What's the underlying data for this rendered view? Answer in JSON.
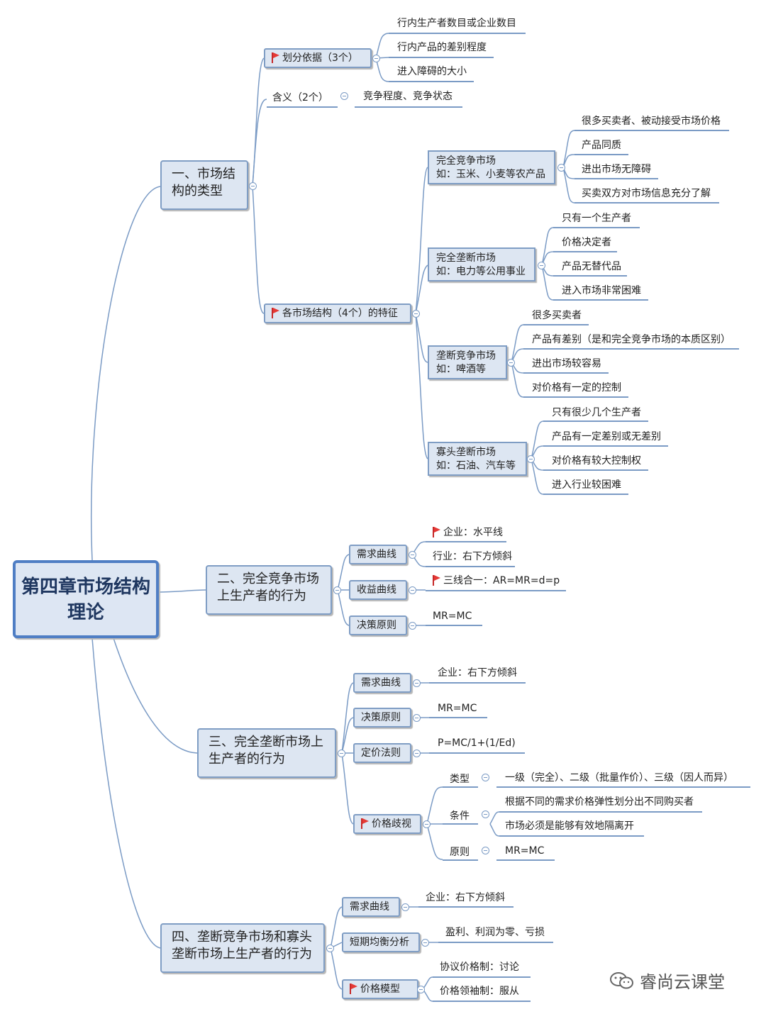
{
  "root": "第四章市场结构理论",
  "sections": [
    {
      "title": "一、市场结构的类型"
    },
    {
      "title": "二、完全竞争市场上生产者的行为"
    },
    {
      "title": "三、完全垄断市场上生产者的行为"
    },
    {
      "title": "四、垄断竞争市场和寡头垄断市场上生产者的行为"
    }
  ],
  "s1": {
    "basis": {
      "label": "划分依据（3个）",
      "items": [
        "行内生产者数目或企业数目",
        "行内产品的差别程度",
        "进入障碍的大小"
      ]
    },
    "meaning": {
      "label": "含义（2个）",
      "items": [
        "竞争程度、竞争状态"
      ]
    },
    "features": {
      "label": "各市场结构（4个）的特征",
      "markets": [
        {
          "line1": "完全竞争市场",
          "line2": "如：玉米、小麦等农产品",
          "items": [
            "很多买卖者、被动接受市场价格",
            "产品同质",
            "进出市场无障碍",
            "买卖双方对市场信息充分了解"
          ]
        },
        {
          "line1": "完全垄断市场",
          "line2": "如：电力等公用事业",
          "items": [
            "只有一个生产者",
            "价格决定者",
            "产品无替代品",
            "进入市场非常困难"
          ]
        },
        {
          "line1": "垄断竞争市场",
          "line2": "如：啤酒等",
          "items": [
            "很多买卖者",
            "产品有差别（是和完全竞争市场的本质区别）",
            "进出市场较容易",
            "对价格有一定的控制"
          ]
        },
        {
          "line1": "寡头垄断市场",
          "line2": "如：石油、汽车等",
          "items": [
            "只有很少几个生产者",
            "产品有一定差别或无差别",
            "对价格有较大控制权",
            "进入行业较困难"
          ]
        }
      ]
    }
  },
  "s2": {
    "demand": {
      "label": "需求曲线",
      "items": [
        "企业：水平线",
        "行业：右下方倾斜"
      ]
    },
    "revenue": {
      "label": "收益曲线",
      "items": [
        "三线合一：AR=MR=d=p"
      ]
    },
    "decision": {
      "label": "决策原则",
      "items": [
        "MR=MC"
      ]
    }
  },
  "s3": {
    "demand": {
      "label": "需求曲线",
      "items": [
        "企业：右下方倾斜"
      ]
    },
    "decision": {
      "label": "决策原则",
      "items": [
        "MR=MC"
      ]
    },
    "pricing": {
      "label": "定价法则",
      "items": [
        "P=MC/1+(1/Ed)"
      ]
    },
    "discrimination": {
      "label": "价格歧视",
      "type": {
        "label": "类型",
        "items": [
          "一级（完全）、二级（批量作价）、三级（因人而异）"
        ]
      },
      "cond": {
        "label": "条件",
        "items": [
          "根据不同的需求价格弹性划分出不同购买者",
          "市场必须是能够有效地隔离开"
        ]
      },
      "principle": {
        "label": "原则",
        "items": [
          "MR=MC"
        ]
      }
    }
  },
  "s4": {
    "demand": {
      "label": "需求曲线",
      "items": [
        "企业：右下方倾斜"
      ]
    },
    "shortrun": {
      "label": "短期均衡分析",
      "items": [
        "盈利、利润为零、亏损"
      ]
    },
    "model": {
      "label": "价格模型",
      "items": [
        "协议价格制：讨论",
        "价格领袖制：服从"
      ]
    }
  },
  "watermark": "睿尚云课堂",
  "colors": {
    "line": "#7b9bc5",
    "node_fill": "#dde6f2",
    "root_border": "#4f7ec4",
    "flag": "#e53935"
  }
}
